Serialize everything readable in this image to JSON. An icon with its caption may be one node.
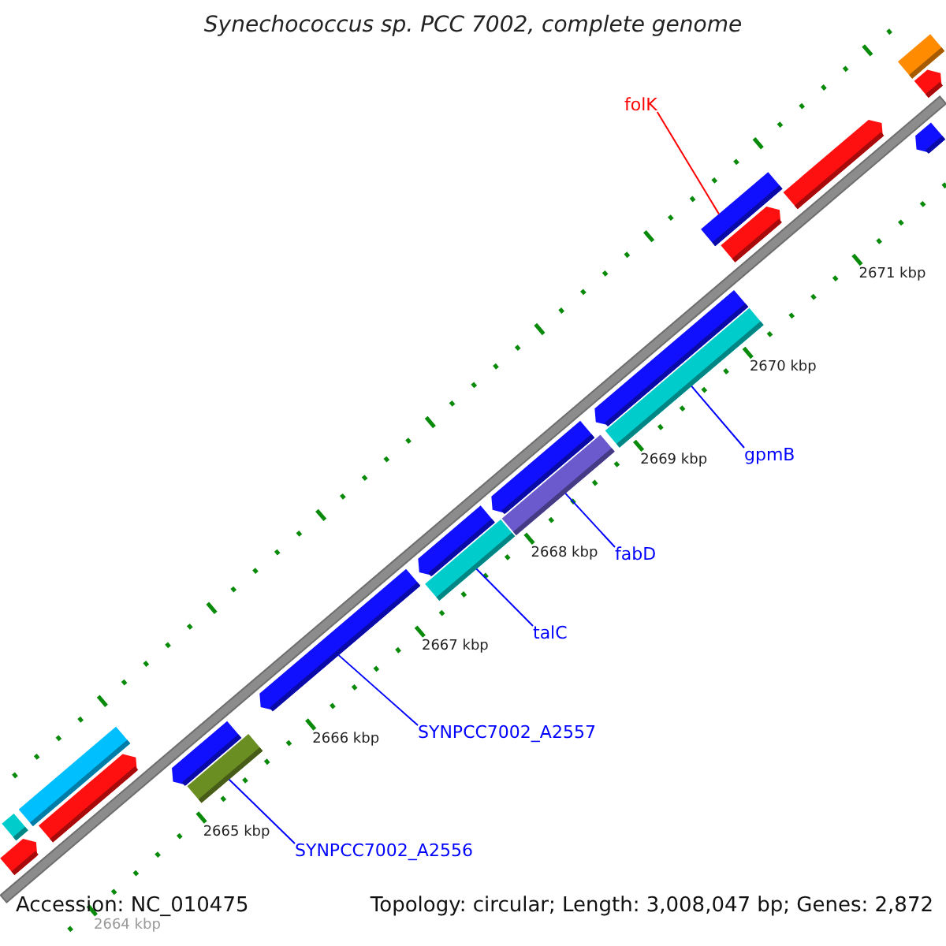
{
  "diagram": {
    "title": "Synechococcus sp. PCC 7002, complete genome",
    "nodes": [
      {
        "text": [
          "folK"
        ]
      },
      {
        "text": [
          "gpmB"
        ]
      },
      {
        "text": [
          "fabD"
        ]
      },
      {
        "text": [
          "talC"
        ]
      },
      {
        "text": [
          "SYNPCC7002_A2557"
        ]
      },
      {
        "text": [
          "SYNPCC7002_A2556"
        ]
      },
      {
        "text": [],
        "shape": "bar"
      },
      {
        "text": [],
        "shape": "bar"
      },
      {
        "text": [],
        "shape": "bar"
      },
      {
        "text": [],
        "shape": "bar"
      },
      {
        "text": [],
        "shape": "bar"
      },
      {
        "text": [],
        "shape": "bar"
      },
      {
        "text": [],
        "shape": "bar"
      },
      {
        "text": [],
        "shape": "bar"
      },
      {
        "text": [],
        "shape": "bar"
      },
      {
        "text": [],
        "shape": "bar"
      },
      {
        "text": [],
        "shape": "bar"
      },
      {
        "text": [],
        "shape": "bar"
      },
      {
        "text": [],
        "shape": "bar"
      },
      {
        "text": [],
        "shape": "bar"
      },
      {
        "text": [],
        "shape": "bar"
      },
      {
        "text": [],
        "shape": "bar"
      },
      {
        "text": [],
        "shape": "bar"
      },
      {
        "text": [],
        "shape": "bar"
      },
      {
        "text": [],
        "shape": "bar"
      }
    ],
    "edges": [
      {
        "from": 0,
        "to": 19,
        "arrow": "none",
        "color": "#ff0000"
      },
      {
        "from": 1,
        "to": 18,
        "arrow": "none"
      },
      {
        "from": 2,
        "to": 16,
        "arrow": "none"
      },
      {
        "from": 3,
        "to": 14,
        "arrow": "none"
      },
      {
        "from": 4,
        "to": 12,
        "arrow": "none"
      },
      {
        "from": 5,
        "to": 11,
        "arrow": "none"
      }
    ],
    "labels": [
      "2671 kbp",
      "2670 kbp",
      "2669 kbp",
      "2668 kbp",
      "2667 kbp",
      "2666 kbp",
      "2665 kbp",
      "2664 kbp",
      "Accession: NC_010475",
      "Topology: circular; Length: 3,008,047 bp; Genes: 2,872"
    ]
  }
}
